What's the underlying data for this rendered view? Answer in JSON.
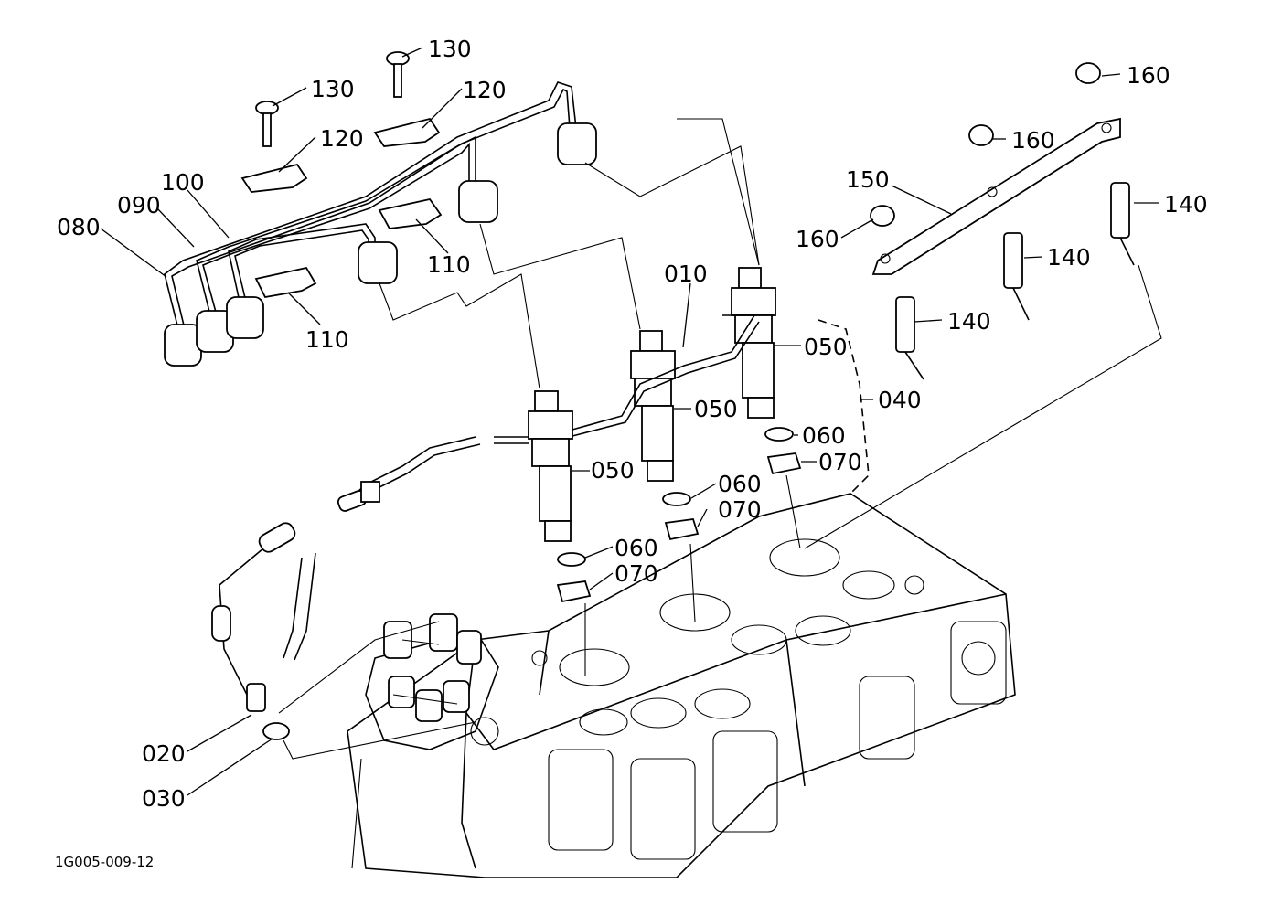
{
  "labels": {
    "l_010": "010",
    "l_020": "020",
    "l_030": "030",
    "l_040": "040",
    "l_050": "050",
    "l_060": "060",
    "l_070": "070",
    "l_080": "080",
    "l_090": "090",
    "l_100": "100",
    "l_110": "110",
    "l_120": "120",
    "l_130": "130",
    "l_140": "140",
    "l_150": "150",
    "l_160": "160"
  },
  "reference_code": "1G005-009-12"
}
